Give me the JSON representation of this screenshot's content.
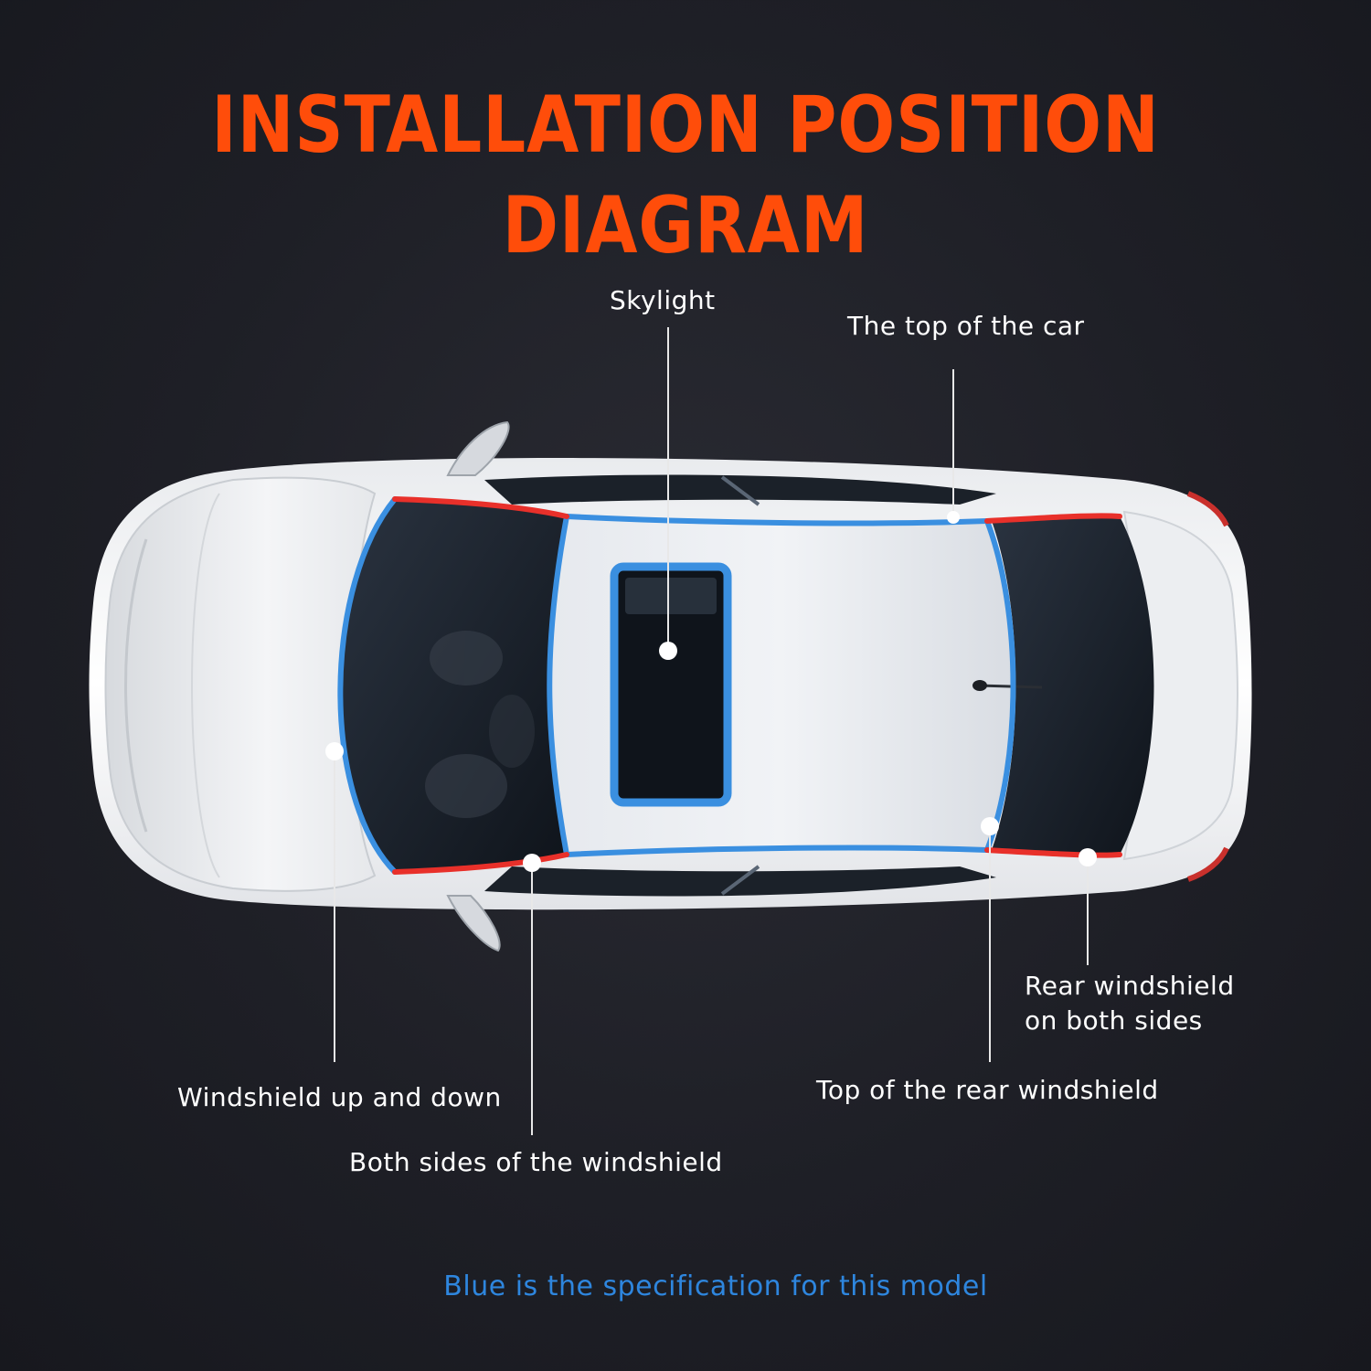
{
  "title": "INSTALLATION POSITION DIAGRAM",
  "labels": {
    "skylight": "Skylight",
    "top_of_car": "The top of the car",
    "rear_windshield_sides_line1": "Rear windshield",
    "rear_windshield_sides_line2": "on both sides",
    "top_rear_windshield": "Top of the rear windshield",
    "windshield_up_down": "Windshield up and down",
    "both_sides_windshield": "Both sides of the windshield"
  },
  "note": "Blue is the specification for this model",
  "colors": {
    "title": "#ff4d0a",
    "note": "#2e86de",
    "seal_blue": "#3a8fe0",
    "seal_red": "#e8302a",
    "label": "#ffffff"
  }
}
